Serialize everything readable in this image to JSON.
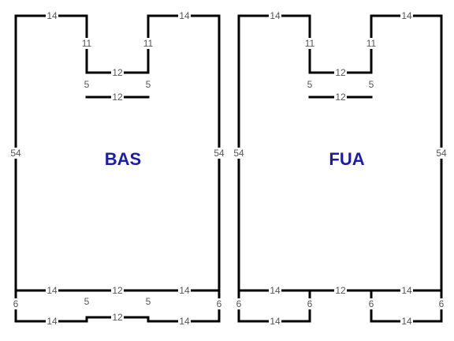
{
  "pieces": [
    {
      "name": "BAS",
      "dims": {
        "top_left": "14",
        "top_right": "14",
        "neck_left": "11",
        "neck_right": "11",
        "neck_inner": "12",
        "neck_step_left": "5",
        "neck_step_right": "5",
        "neck_outer": "12",
        "side_left": "54",
        "side_right": "54",
        "hem_left": "14",
        "hem_mid": "12",
        "hem_right": "14",
        "hem_edge_left": "6",
        "hem_edge_right": "6",
        "hem_step_left": "5",
        "hem_step_right": "5",
        "base_left": "14",
        "base_mid": "12",
        "base_right": "14"
      }
    },
    {
      "name": "FUA",
      "dims": {
        "top_left": "14",
        "top_right": "14",
        "neck_left": "11",
        "neck_right": "11",
        "neck_inner": "12",
        "neck_step_left": "5",
        "neck_step_right": "5",
        "neck_outer": "12",
        "side_left": "54",
        "side_right": "54",
        "hem_left": "14",
        "hem_mid": "12",
        "hem_right": "14",
        "hem_edge_left": "6",
        "hem_edge_right": "6",
        "hem_step_left": "6",
        "hem_step_right": "6",
        "base_left": "14",
        "base_right": "14"
      }
    }
  ]
}
